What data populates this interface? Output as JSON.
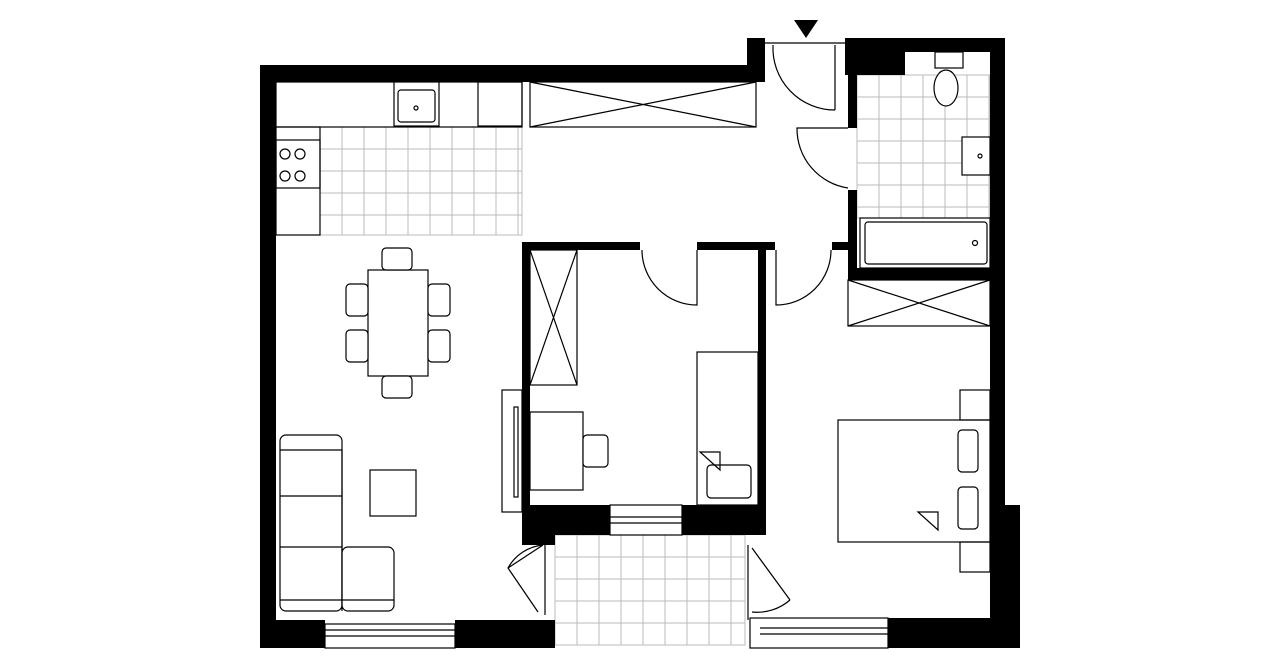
{
  "plan": {
    "wall_color": "#000000",
    "floor_color": "#ffffff",
    "tile_color": "#bbbbbb",
    "entrance_marker_icon": "triangle-down-icon",
    "rooms": [
      "kitchen-living",
      "hallway",
      "bathroom",
      "study",
      "bedroom",
      "balcony"
    ]
  }
}
